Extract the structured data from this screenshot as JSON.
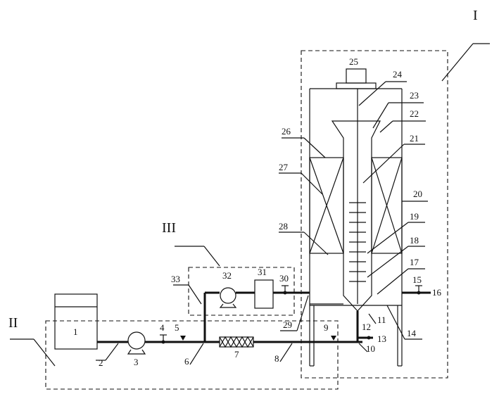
{
  "labels": {
    "l1": "1",
    "l2": "2",
    "l3": "3",
    "l4": "4",
    "l5": "5",
    "l6": "6",
    "l7": "7",
    "l8": "8",
    "l9": "9",
    "l10": "10",
    "l11": "11",
    "l12": "12",
    "l13": "13",
    "l14": "14",
    "l15": "15",
    "l16": "16",
    "l17": "17",
    "l18": "18",
    "l19": "19",
    "l20": "20",
    "l21": "21",
    "l22": "22",
    "l23": "23",
    "l24": "24",
    "l25": "25",
    "l26": "26",
    "l27": "27",
    "l28": "28",
    "l29": "29",
    "l30": "30",
    "l31": "31",
    "l32": "32",
    "l33": "33"
  },
  "regions": {
    "r1": "I",
    "r2": "II",
    "r3": "III"
  }
}
